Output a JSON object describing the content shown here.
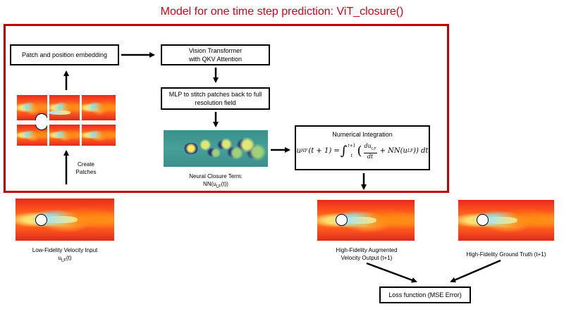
{
  "title": "Model for one time step prediction: ViT_closure()",
  "boxes": {
    "embedding": "Patch and position embedding",
    "vit_line1": "Vision Transformer",
    "vit_line2": "with QKV Attention",
    "mlp_line1": "MLP to stitch patches back to full",
    "mlp_line2": "resolution field",
    "integration_title": "Numerical Integration",
    "loss": "Loss function (MSE Error)"
  },
  "equation": {
    "lhs": "u",
    "lhs_sub": "HF",
    "lhs_arg": "(t + 1) = ",
    "int_upper": "t+1",
    "int_lower": "t",
    "frac_num": "du",
    "frac_num_sub": "LF",
    "frac_den": "dt",
    "nn_term": "+ NN(u",
    "nn_sub": "LF",
    "tail": ")) dt"
  },
  "captions": {
    "create_line1": "Create",
    "create_line2": "Patches",
    "closure_line1": "Neural Closure Term:",
    "closure_prefix": "NN(u",
    "closure_sub": "LF",
    "closure_suffix": "(t))",
    "lf_line1": "Low-Fidelity Velocity Input",
    "lf_var": "u",
    "lf_sub": "LF",
    "lf_arg": "(t)",
    "hf_aug_line1": "High-Fidelity Augmented",
    "hf_aug_line2": "Velocity Output (t+1)",
    "hf_gt": "High-Fidelity Ground Truth (t+1)"
  },
  "colors": {
    "frame_red": "#c00000",
    "title_red": "#d0021b"
  }
}
